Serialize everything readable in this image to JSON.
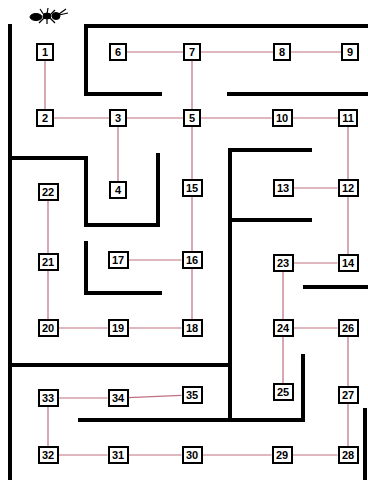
{
  "diagram": {
    "nodes": [
      {
        "text": [
          "1"
        ]
      },
      {
        "text": [
          "2"
        ]
      },
      {
        "text": [
          "3"
        ]
      },
      {
        "text": [
          "4"
        ]
      },
      {
        "text": [
          "5"
        ]
      },
      {
        "text": [
          "6"
        ]
      },
      {
        "text": [
          "7"
        ]
      },
      {
        "text": [
          "8"
        ]
      },
      {
        "text": [
          "9"
        ]
      },
      {
        "text": [
          "10"
        ]
      },
      {
        "text": [
          "11"
        ]
      },
      {
        "text": [
          "12"
        ]
      },
      {
        "text": [
          "13"
        ]
      },
      {
        "text": [
          "14"
        ]
      },
      {
        "text": [
          "15"
        ]
      },
      {
        "text": [
          "16"
        ]
      },
      {
        "text": [
          "17"
        ]
      },
      {
        "text": [
          "18"
        ]
      },
      {
        "text": [
          "19"
        ]
      },
      {
        "text": [
          "20"
        ]
      },
      {
        "text": [
          "21"
        ]
      },
      {
        "text": [
          "22"
        ]
      },
      {
        "text": [
          "23"
        ]
      },
      {
        "text": [
          "24"
        ]
      },
      {
        "text": [
          "25"
        ]
      },
      {
        "text": [
          "26"
        ]
      },
      {
        "text": [
          "27"
        ]
      },
      {
        "text": [
          "28"
        ]
      },
      {
        "text": [
          "29"
        ]
      },
      {
        "text": [
          "30"
        ]
      },
      {
        "text": [
          "31"
        ]
      },
      {
        "text": [
          "32"
        ]
      },
      {
        "text": [
          "33"
        ]
      },
      {
        "text": [
          "34"
        ]
      },
      {
        "text": [
          "35"
        ]
      }
    ],
    "edges": [
      {
        "from": 0,
        "to": 1,
        "arrow": "none"
      },
      {
        "from": 1,
        "to": 2,
        "arrow": "none"
      },
      {
        "from": 2,
        "to": 3,
        "arrow": "none"
      },
      {
        "from": 2,
        "to": 4,
        "arrow": "none"
      },
      {
        "from": 5,
        "to": 6,
        "arrow": "none"
      },
      {
        "from": 4,
        "to": 6,
        "arrow": "none"
      },
      {
        "from": 6,
        "to": 7,
        "arrow": "none"
      },
      {
        "from": 7,
        "to": 8,
        "arrow": "none"
      },
      {
        "from": 4,
        "to": 9,
        "arrow": "none"
      },
      {
        "from": 9,
        "to": 10,
        "arrow": "none"
      },
      {
        "from": 10,
        "to": 11,
        "arrow": "none"
      },
      {
        "from": 12,
        "to": 11,
        "arrow": "none"
      },
      {
        "from": 11,
        "to": 13,
        "arrow": "none"
      },
      {
        "from": 22,
        "to": 13,
        "arrow": "none"
      },
      {
        "from": 22,
        "to": 23,
        "arrow": "none"
      },
      {
        "from": 23,
        "to": 24,
        "arrow": "none"
      },
      {
        "from": 23,
        "to": 25,
        "arrow": "none"
      },
      {
        "from": 25,
        "to": 26,
        "arrow": "none"
      },
      {
        "from": 26,
        "to": 27,
        "arrow": "none"
      },
      {
        "from": 28,
        "to": 27,
        "arrow": "none"
      },
      {
        "from": 29,
        "to": 28,
        "arrow": "none"
      },
      {
        "from": 30,
        "to": 29,
        "arrow": "none"
      },
      {
        "from": 31,
        "to": 30,
        "arrow": "none"
      },
      {
        "from": 32,
        "to": 31,
        "arrow": "none"
      },
      {
        "from": 32,
        "to": 33,
        "arrow": "none"
      },
      {
        "from": 33,
        "to": 34,
        "arrow": "none"
      },
      {
        "from": 4,
        "to": 14,
        "arrow": "none"
      },
      {
        "from": 14,
        "to": 15,
        "arrow": "none"
      },
      {
        "from": 16,
        "to": 15,
        "arrow": "none"
      },
      {
        "from": 15,
        "to": 17,
        "arrow": "none"
      },
      {
        "from": 18,
        "to": 17,
        "arrow": "none"
      },
      {
        "from": 19,
        "to": 18,
        "arrow": "none"
      },
      {
        "from": 20,
        "to": 19,
        "arrow": "none"
      },
      {
        "from": 21,
        "to": 20,
        "arrow": "none"
      }
    ]
  }
}
